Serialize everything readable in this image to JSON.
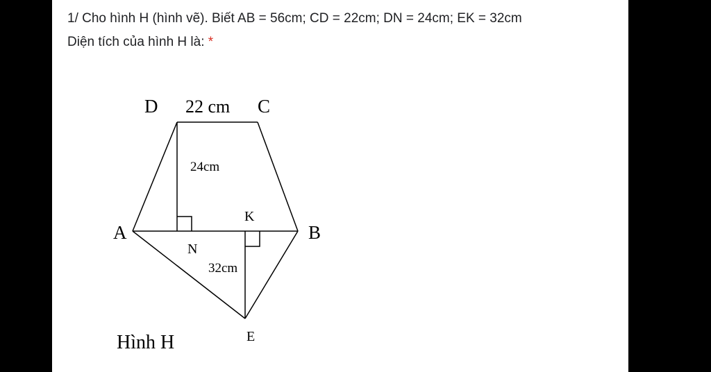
{
  "question": {
    "line1": "1/ Cho hình H (hình vẽ). Biết AB = 56cm; CD = 22cm; DN = 24cm; EK = 32cm",
    "line2": "Diện tích của hình H là:",
    "required_mark": "*"
  },
  "figure": {
    "points": {
      "A": "A",
      "B": "B",
      "C": "C",
      "D": "D",
      "E": "E",
      "N": "N",
      "K": "K"
    },
    "labels": {
      "cd": "22 cm",
      "dn": "24cm",
      "ek": "32cm",
      "caption": "Hình H"
    }
  },
  "colors": {
    "background": "#000000",
    "card": "#ffffff",
    "text": "#202124",
    "required": "#d93025"
  }
}
